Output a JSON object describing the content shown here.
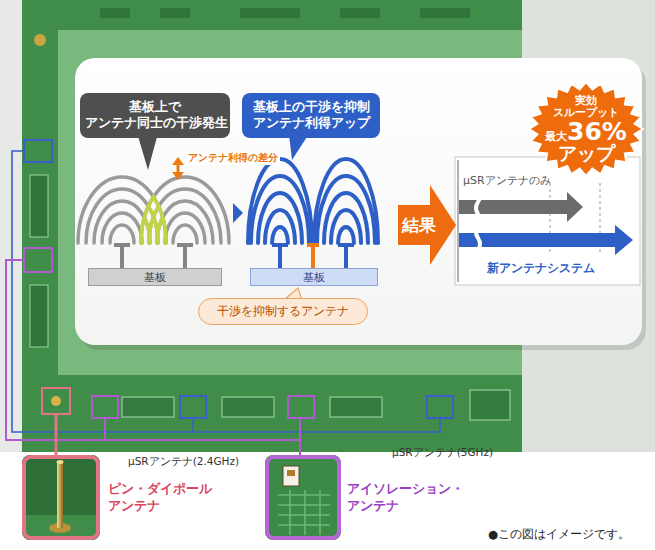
{
  "diagram": {
    "nodes": [
      {
        "text": [
          "基板上で アンテナ同士の干渉発生"
        ]
      },
      {
        "text": [
          "基板"
        ]
      },
      {
        "text": [
          "基板上の干渉を抑制 アンテナ利得アップ"
        ]
      },
      {
        "text": [
          "基板"
        ]
      },
      {
        "text": [
          "干渉を抑制するアンテナ"
        ]
      },
      {
        "text": [
          "結果"
        ]
      },
      {
        "text": [
          "μSRアンテナのみ",
          "新アンテナシステム"
        ]
      },
      {
        "text": [
          "実効 スループット",
          "最大",
          "36%",
          "アップ"
        ]
      },
      {
        "text": [
          "ピン・ダイポール アンテナ"
        ]
      },
      {
        "text": [
          "アイソレーション・ アンテナ"
        ]
      }
    ],
    "labels": [
      "アンテナ利得の差分",
      "μSRアンテナ(2.4GHz)",
      "μSRアンテナ(5GHz)",
      "●この図はイメージです。"
    ]
  }
}
